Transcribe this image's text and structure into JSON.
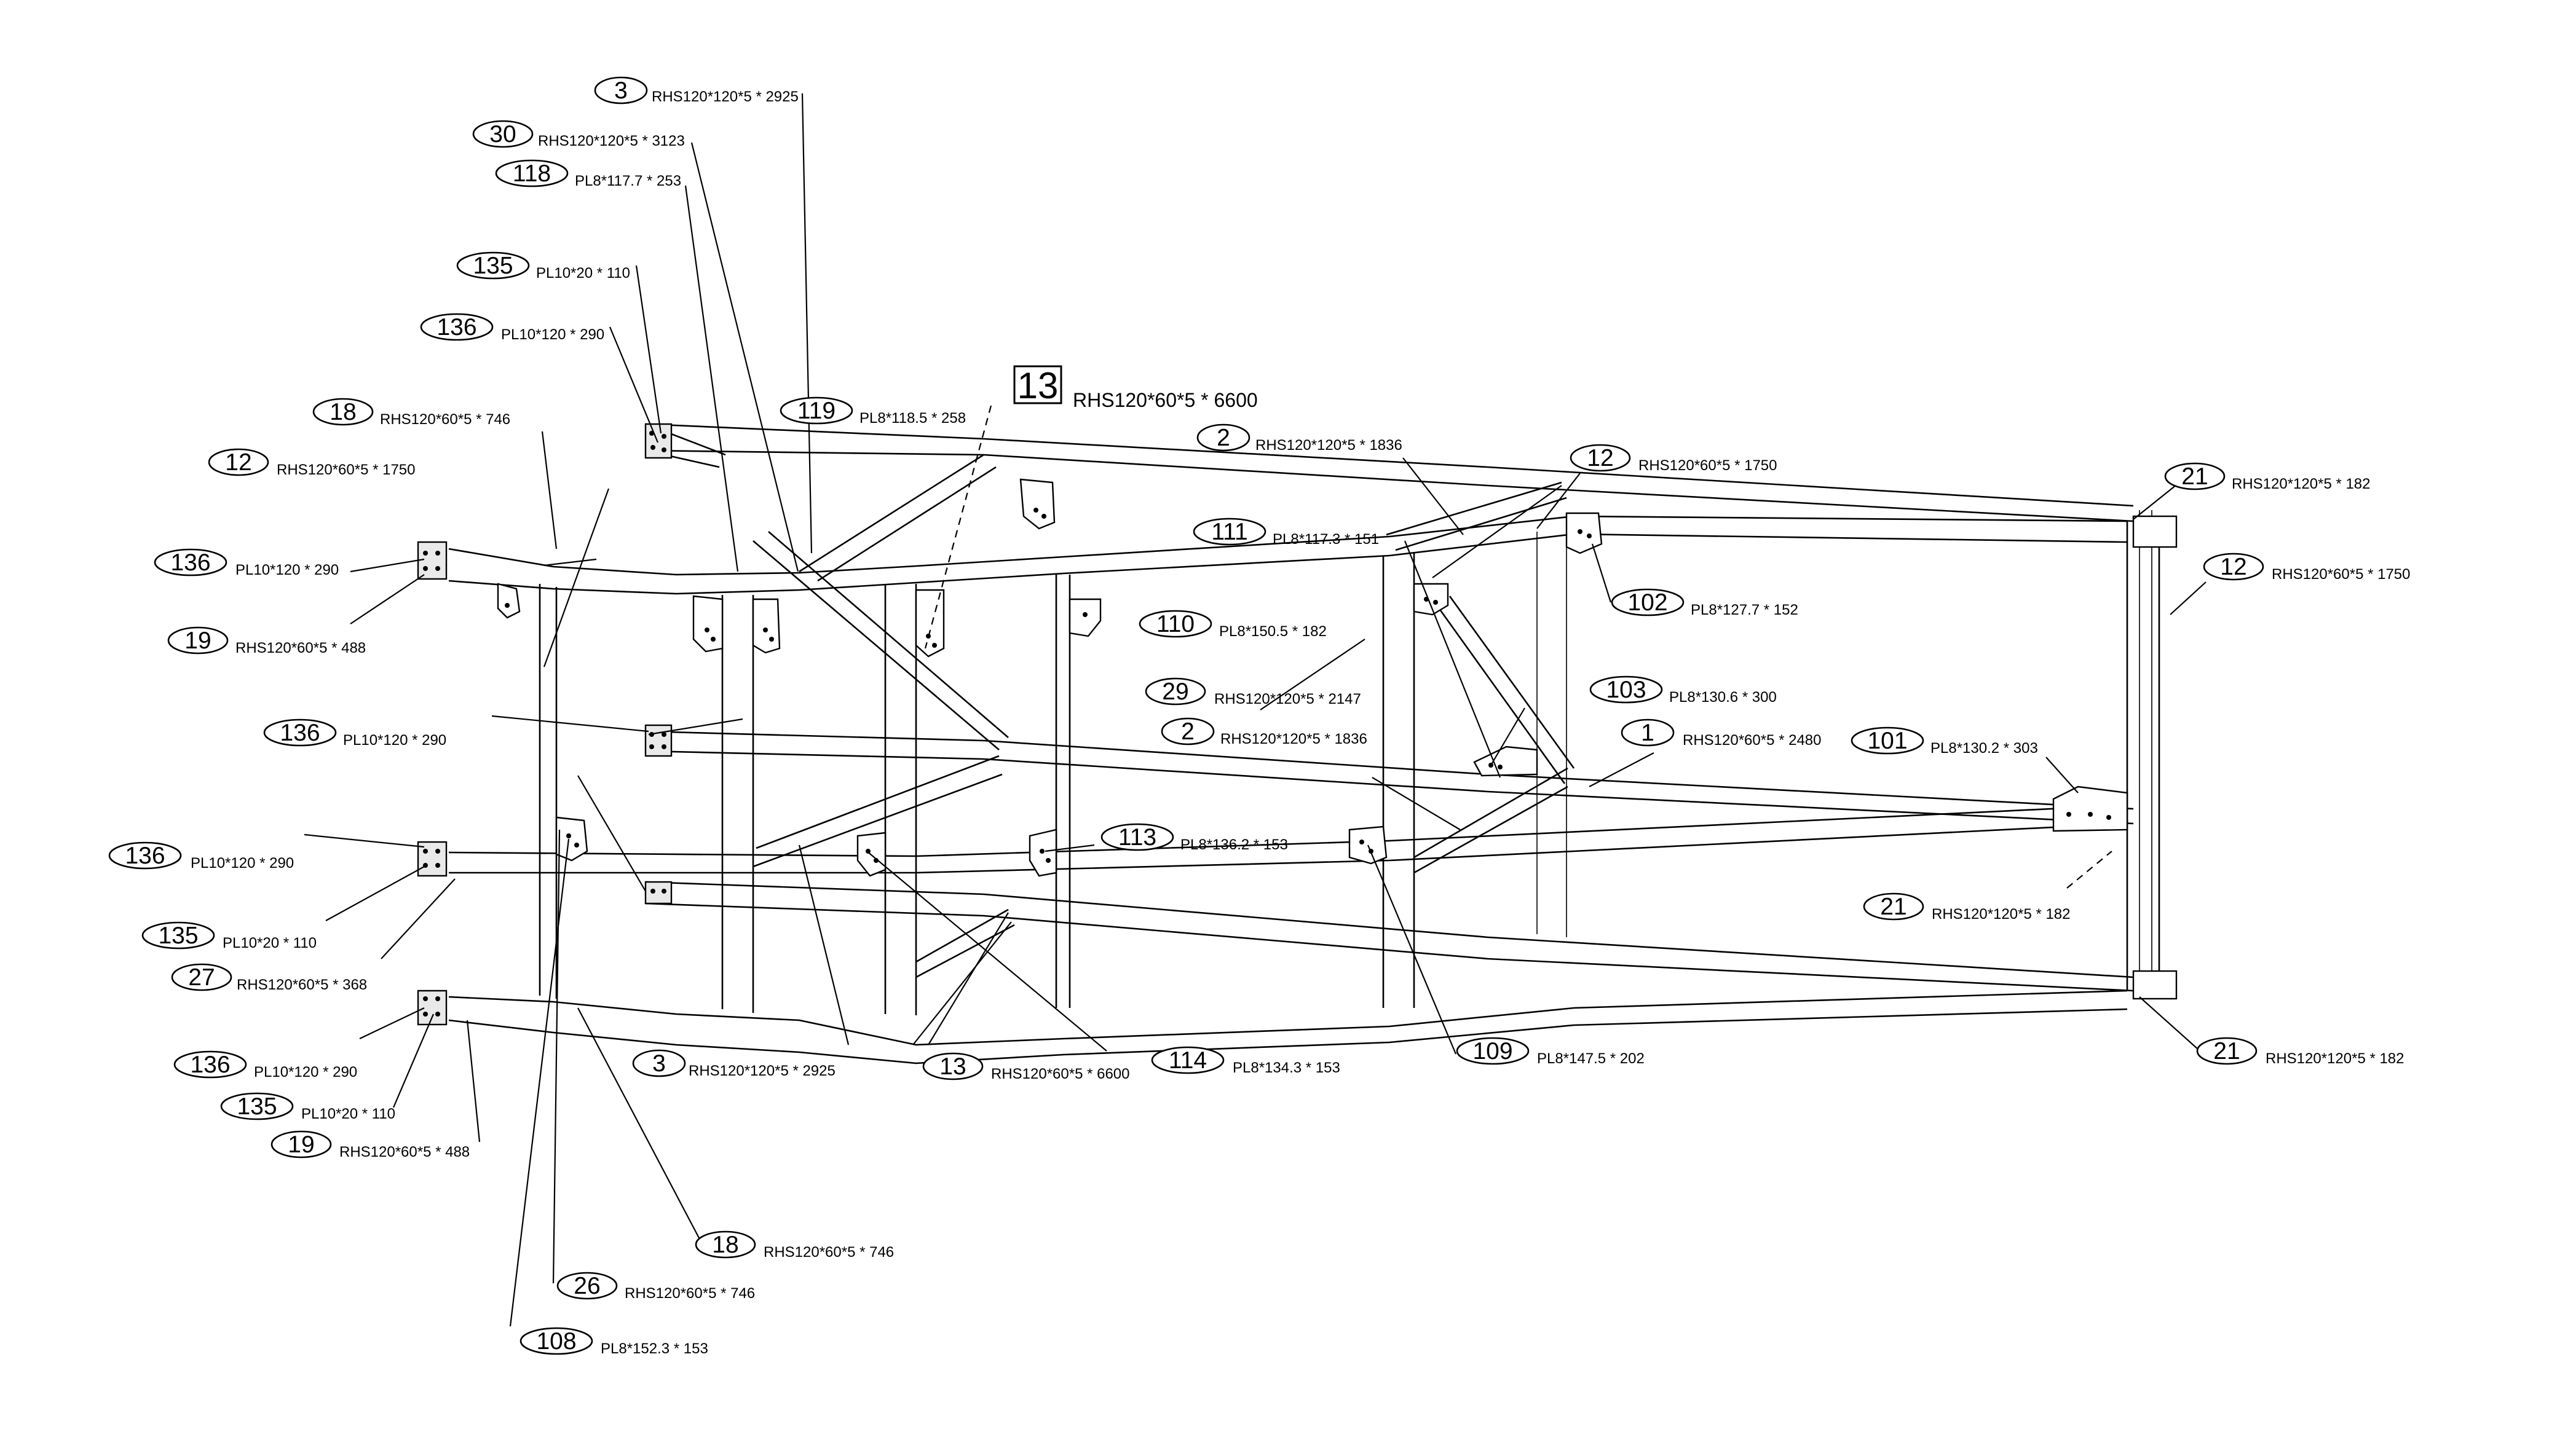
{
  "callouts": [
    {
      "mark": "3",
      "desc": "RHS120*120*5 * 2925"
    },
    {
      "mark": "30",
      "desc": "RHS120*120*5 * 3123"
    },
    {
      "mark": "118",
      "desc": "PL8*117.7 * 253"
    },
    {
      "mark": "135",
      "desc": "PL10*20 * 110"
    },
    {
      "mark": "136",
      "desc": "PL10*120 * 290"
    },
    {
      "mark": "18",
      "desc": "RHS120*60*5 * 746"
    },
    {
      "mark": "119",
      "desc": "PL8*118.5 * 258"
    },
    {
      "mark": "13",
      "desc": "RHS120*60*5 * 6600"
    },
    {
      "mark": "2",
      "desc": "RHS120*120*5 * 1836"
    },
    {
      "mark": "12",
      "desc": "RHS120*60*5 * 1750"
    },
    {
      "mark": "21",
      "desc": "RHS120*120*5 * 182"
    },
    {
      "mark": "12",
      "desc": "RHS120*60*5 * 1750"
    },
    {
      "mark": "111",
      "desc": "PL8*117.3 * 151"
    },
    {
      "mark": "136",
      "desc": "PL10*120 * 290"
    },
    {
      "mark": "102",
      "desc": "PL8*127.7 * 152"
    },
    {
      "mark": "12",
      "desc": "RHS120*60*5 * 1750"
    },
    {
      "mark": "19",
      "desc": "RHS120*60*5 * 488"
    },
    {
      "mark": "110",
      "desc": "PL8*150.5 * 182"
    },
    {
      "mark": "29",
      "desc": "RHS120*120*5 * 2147"
    },
    {
      "mark": "103",
      "desc": "PL8*130.6 * 300"
    },
    {
      "mark": "136",
      "desc": "PL10*120 * 290"
    },
    {
      "mark": "2",
      "desc": "RHS120*120*5 * 1836"
    },
    {
      "mark": "1",
      "desc": "RHS120*60*5 * 2480"
    },
    {
      "mark": "101",
      "desc": "PL8*130.2 * 303"
    },
    {
      "mark": "113",
      "desc": "PL8*136.2 * 153"
    },
    {
      "mark": "136",
      "desc": "PL10*120 * 290"
    },
    {
      "mark": "135",
      "desc": "PL10*20 * 110"
    },
    {
      "mark": "27",
      "desc": "RHS120*60*5 * 368"
    },
    {
      "mark": "21",
      "desc": "RHS120*120*5 * 182"
    },
    {
      "mark": "3",
      "desc": "RHS120*120*5 * 2925"
    },
    {
      "mark": "13",
      "desc": "RHS120*60*5 * 6600"
    },
    {
      "mark": "114",
      "desc": "PL8*134.3 * 153"
    },
    {
      "mark": "109",
      "desc": "PL8*147.5 * 202"
    },
    {
      "mark": "21",
      "desc": "RHS120*120*5 * 182"
    },
    {
      "mark": "136",
      "desc": "PL10*120 * 290"
    },
    {
      "mark": "135",
      "desc": "PL10*20 * 110"
    },
    {
      "mark": "19",
      "desc": "RHS120*60*5 * 488"
    },
    {
      "mark": "18",
      "desc": "RHS120*60*5 * 746"
    },
    {
      "mark": "26",
      "desc": "RHS120*60*5 * 746"
    },
    {
      "mark": "108",
      "desc": "PL8*152.3 * 153"
    }
  ]
}
